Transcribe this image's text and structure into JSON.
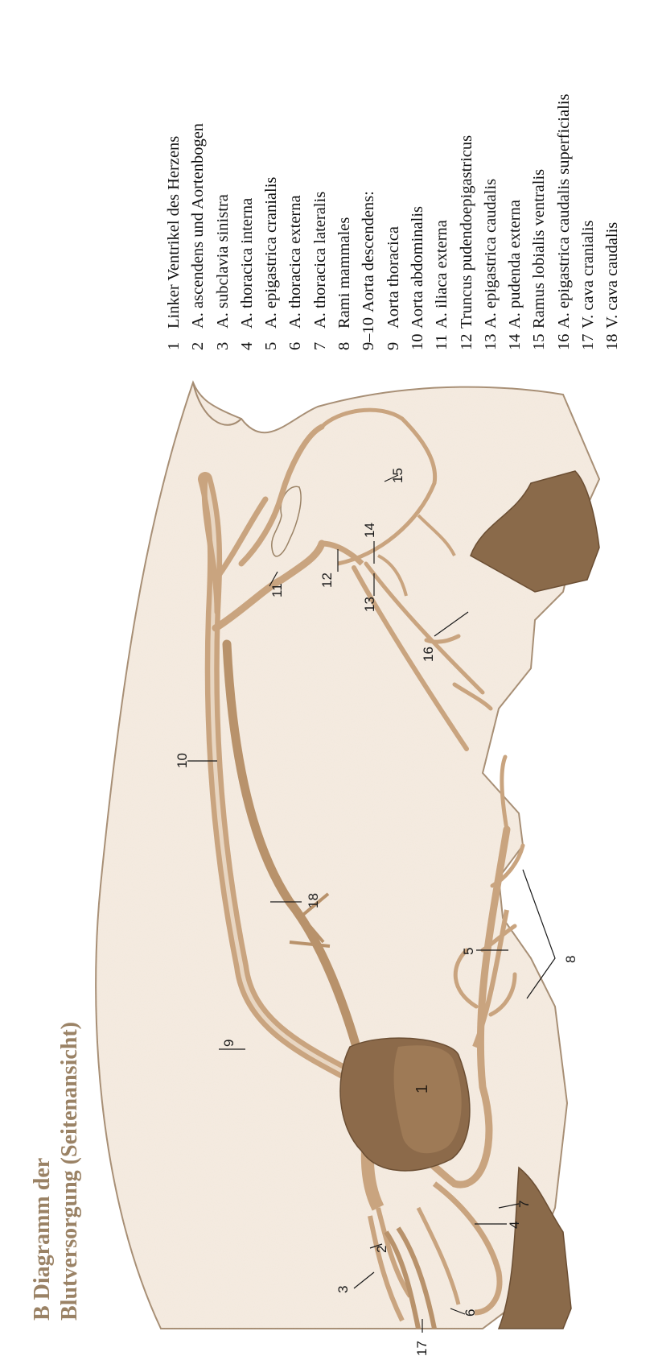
{
  "title": {
    "line1": "B  Diagramm der",
    "line2": "Blutversorgung (Seitenansicht)"
  },
  "legend": [
    {
      "num": "1",
      "text": "Linker Ventrikel des Herzens"
    },
    {
      "num": "2",
      "text": "A. ascendens und Aortenbogen"
    },
    {
      "num": "3",
      "text": "A. subclavia sinistra"
    },
    {
      "num": "4",
      "text": "A. thoracica interna"
    },
    {
      "num": "5",
      "text": "A. epigastrica cranialis"
    },
    {
      "num": "6",
      "text": "A. thoracica externa"
    },
    {
      "num": "7",
      "text": "A. thoracica lateralis"
    },
    {
      "num": "8",
      "text": "Rami mammales"
    },
    {
      "num": "9–10",
      "text": "Aorta descendens:"
    },
    {
      "num": "9",
      "text": "Aorta thoracica"
    },
    {
      "num": "10",
      "text": "Aorta abdominalis"
    },
    {
      "num": "11",
      "text": "A. iliaca externa"
    },
    {
      "num": "12",
      "text": "Truncus pudendoepigastricus"
    },
    {
      "num": "13",
      "text": "A. epigastrica caudalis"
    },
    {
      "num": "14",
      "text": "A. pudenda externa"
    },
    {
      "num": "15",
      "text": "Ramus lobialis ventralis"
    },
    {
      "num": "16",
      "text": "A. epigastrica caudalis superficialis"
    },
    {
      "num": "17",
      "text": "V. cava cranialis"
    },
    {
      "num": "18",
      "text": "V. cava caudalis"
    }
  ],
  "callouts": {
    "c1": "1",
    "c2": "2",
    "c3": "3",
    "c4": "4",
    "c5": "5",
    "c6": "6",
    "c7": "7",
    "c8": "8",
    "c9": "9",
    "c10": "10",
    "c11": "11",
    "c12": "12",
    "c13": "13",
    "c14": "14",
    "c15": "15",
    "c16": "16",
    "c17": "17",
    "c18": "18"
  },
  "colors": {
    "vessel": "#c9a47f",
    "vessel_dark": "#a77e55",
    "heart": "#8c6a4a",
    "udder": "#8a6a4a",
    "body_fill": "#f5ece2",
    "outline": "#a58c72",
    "title": "#9a8265"
  }
}
